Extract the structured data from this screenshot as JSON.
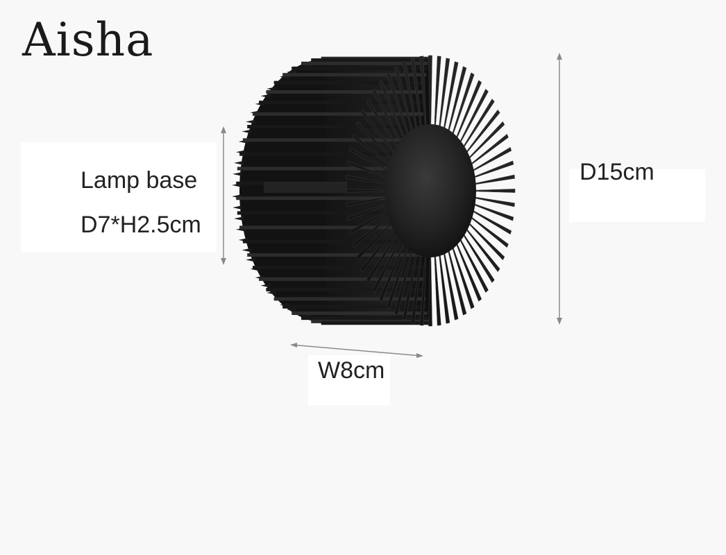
{
  "brand": {
    "watermark": "Aisha"
  },
  "product": {
    "icon": "radial-fin-heatsink-wall-lamp"
  },
  "dimensions": {
    "base_label": "Lamp base",
    "base_size": "D7*H2.5cm",
    "diameter": "D15cm",
    "width": "W8cm"
  },
  "colors": {
    "background": "#f8f8f8",
    "lamp": "#1c1c1c",
    "dimension_line": "#8a8a8a"
  }
}
